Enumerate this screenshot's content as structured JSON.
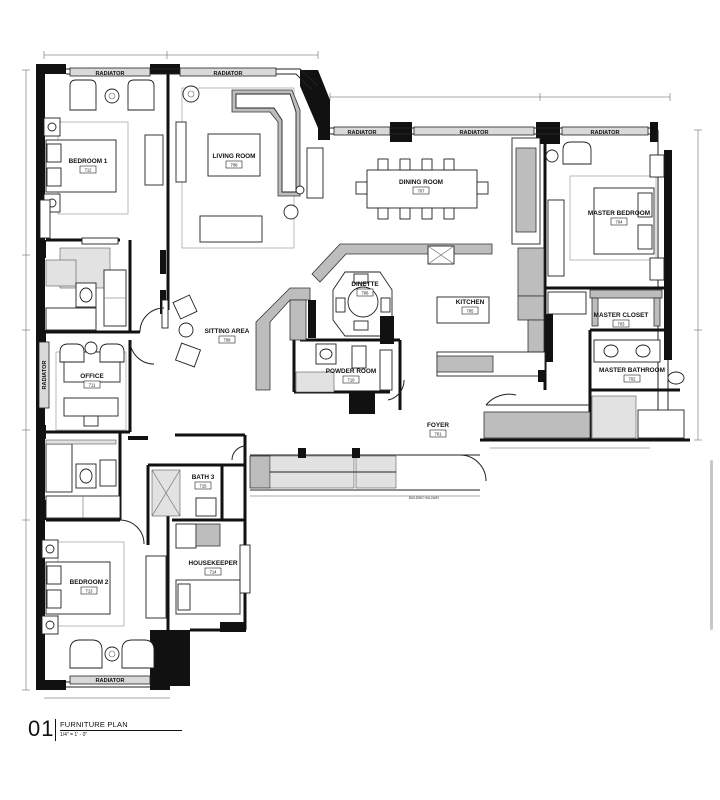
{
  "drawing": {
    "sheet_number": "01",
    "title": "FURNITURE PLAN",
    "scale": "1/4\" = 1' - 0\""
  },
  "rooms": {
    "bedroom1": {
      "label": "BEDROOM 1",
      "number": "712"
    },
    "living": {
      "label": "LIVING ROOM",
      "number": "708"
    },
    "dining": {
      "label": "DINING ROOM",
      "number": "707"
    },
    "master_bedroom": {
      "label": "MASTER BEDROOM",
      "number": "704"
    },
    "dinette": {
      "label": "DINETTE",
      "number": "706"
    },
    "kitchen": {
      "label": "KITCHEN",
      "number": "705"
    },
    "sitting": {
      "label": "SITTING AREA",
      "number": "709"
    },
    "master_closet": {
      "label": "MASTER CLOSET",
      "number": "703"
    },
    "powder": {
      "label": "POWDER ROOM",
      "number": "710"
    },
    "master_bath": {
      "label": "MASTER BATHROOM",
      "number": "702"
    },
    "office": {
      "label": "OFFICE",
      "number": "711"
    },
    "foyer": {
      "label": "FOYER",
      "number": "701"
    },
    "bath3": {
      "label": "BATH 3",
      "number": "715"
    },
    "housekeeper": {
      "label": "HOUSEKEEPER",
      "number": "714"
    },
    "bedroom2": {
      "label": "BEDROOM 2",
      "number": "713"
    }
  },
  "radiator_label": "RADIATOR",
  "notes": {
    "building_hallway": "BUILDING HALLWAY"
  }
}
